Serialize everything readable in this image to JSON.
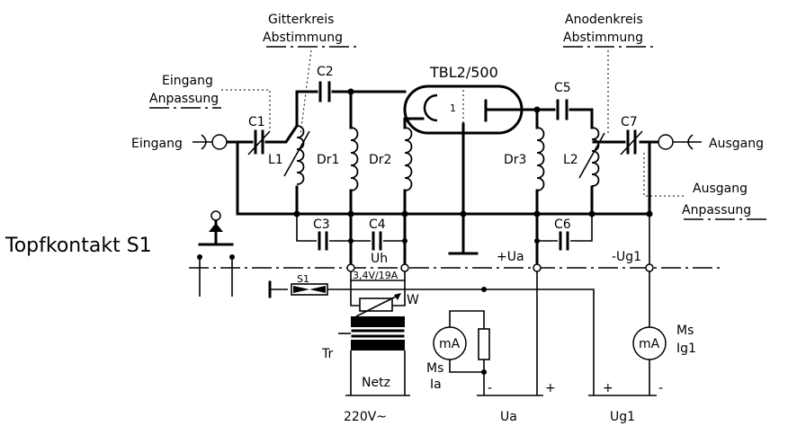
{
  "labels": {
    "gitterkreis_line1": "Gitterkreis",
    "gitterkreis_line2": "Abstimmung",
    "anodenkreis_line1": "Anodenkreis",
    "anodenkreis_line2": "Abstimmung",
    "eingang_anpassung_line1": "Eingang",
    "eingang_anpassung_line2": "Anpassung",
    "ausgang_anpassung_line1": "Ausgang",
    "ausgang_anpassung_line2": "Anpassung",
    "tube": "TBL2/500",
    "tube_electrode": "1",
    "eingang": "Eingang",
    "ausgang": "Ausgang",
    "topfkontakt": "Topfkontakt S1",
    "c1": "C1",
    "c2": "C2",
    "c3": "C3",
    "c4": "C4",
    "c5": "C5",
    "c6": "C6",
    "c7": "C7",
    "l1": "L1",
    "l2": "L2",
    "dr1": "Dr1",
    "dr2": "Dr2",
    "dr3": "Dr3",
    "uh": "Uh",
    "plus_ua": "+Ua",
    "minus_ug1": "-Ug1",
    "s1": "S1",
    "heater_rating": "3,4V/19A",
    "w": "W",
    "tr": "Tr",
    "netz": "Netz",
    "mains": "220V~",
    "ma_left": "mA",
    "ma_right": "mA",
    "ms_ia_line1": "Ms",
    "ms_ia_line2": "Ia",
    "ms_ig1_line1": "Ms",
    "ms_ig1_line2": "Ig1",
    "ua_minus": "-",
    "ua_plus": "+",
    "ug1_plus": "+",
    "ug1_minus": "-",
    "ua_supply": "Ua",
    "ug1_supply": "Ug1"
  }
}
